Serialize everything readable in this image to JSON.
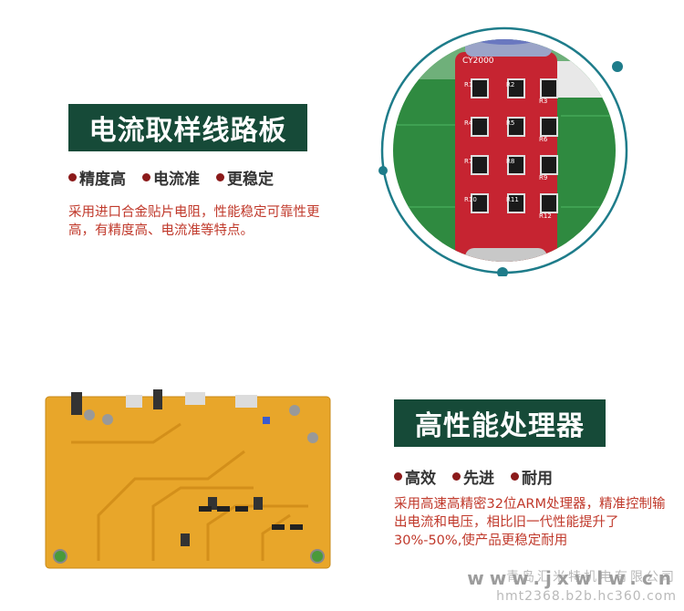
{
  "section1": {
    "title": "电流取样线路板",
    "features": [
      "精度高",
      "电流准",
      "更稳定"
    ],
    "description": "采用进口合金贴片电阻，性能稳定可靠性更高，有精度高、电流准等特点。",
    "board_label": "CY2000",
    "resistor_labels": [
      "R1",
      "R2",
      "R3",
      "R4",
      "R5",
      "R6",
      "R7",
      "R8",
      "R9",
      "R10",
      "R11",
      "R12"
    ]
  },
  "section2": {
    "title": "高性能处理器",
    "features": [
      "高效",
      "先进",
      "耐用"
    ],
    "description": "采用高速高精密32位ARM处理器，精准控制输出电流和电压，相比旧一代性能提升了30%-50%,使产品更稳定耐用"
  },
  "watermark": {
    "company": "青岛汇米特机电有限公司",
    "site": "www.jxwlw.cn",
    "url": "hmt2368.b2b.hc360.com"
  },
  "colors": {
    "title_bg": "#164a38",
    "desc_text": "#c0392b",
    "bullet": "#8b1a1a",
    "pcb_yellow": "#e8a62a",
    "pcb_green": "#2f8a40",
    "shunt_red": "#c62431",
    "ring_teal": "#1e7c8a"
  }
}
